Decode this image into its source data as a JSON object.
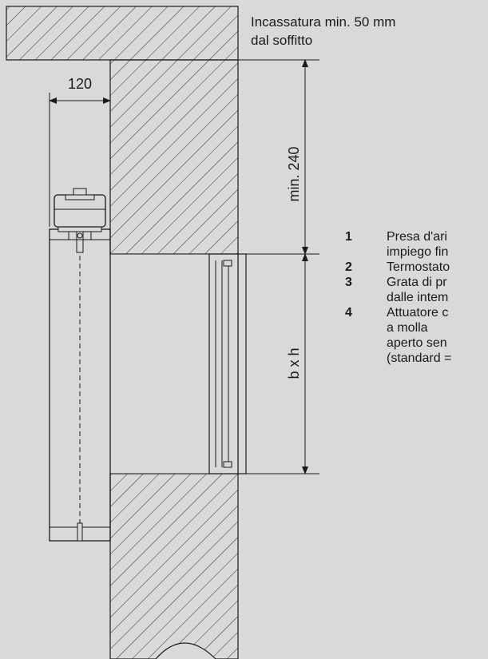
{
  "diagram": {
    "note_recess_line1": "Incassatura min. 50 mm",
    "note_recess_line2": "dal soffitto",
    "dim_width": "120",
    "dim_min": "min. 240",
    "dim_size": "b x h"
  },
  "legend": {
    "items": [
      {
        "number": "1",
        "lines": [
          "Presa d'ari",
          "impiego fin"
        ]
      },
      {
        "number": "2",
        "lines": [
          "Termostato"
        ]
      },
      {
        "number": "3",
        "lines": [
          "Grata di pr",
          "dalle intem"
        ]
      },
      {
        "number": "4",
        "lines": [
          "Attuatore c",
          "a molla",
          "aperto sen",
          "(standard ="
        ]
      }
    ]
  },
  "colors": {
    "background": "#d9d9db",
    "line": "#1a1a1a",
    "wall_fill": "#d9d9db"
  }
}
